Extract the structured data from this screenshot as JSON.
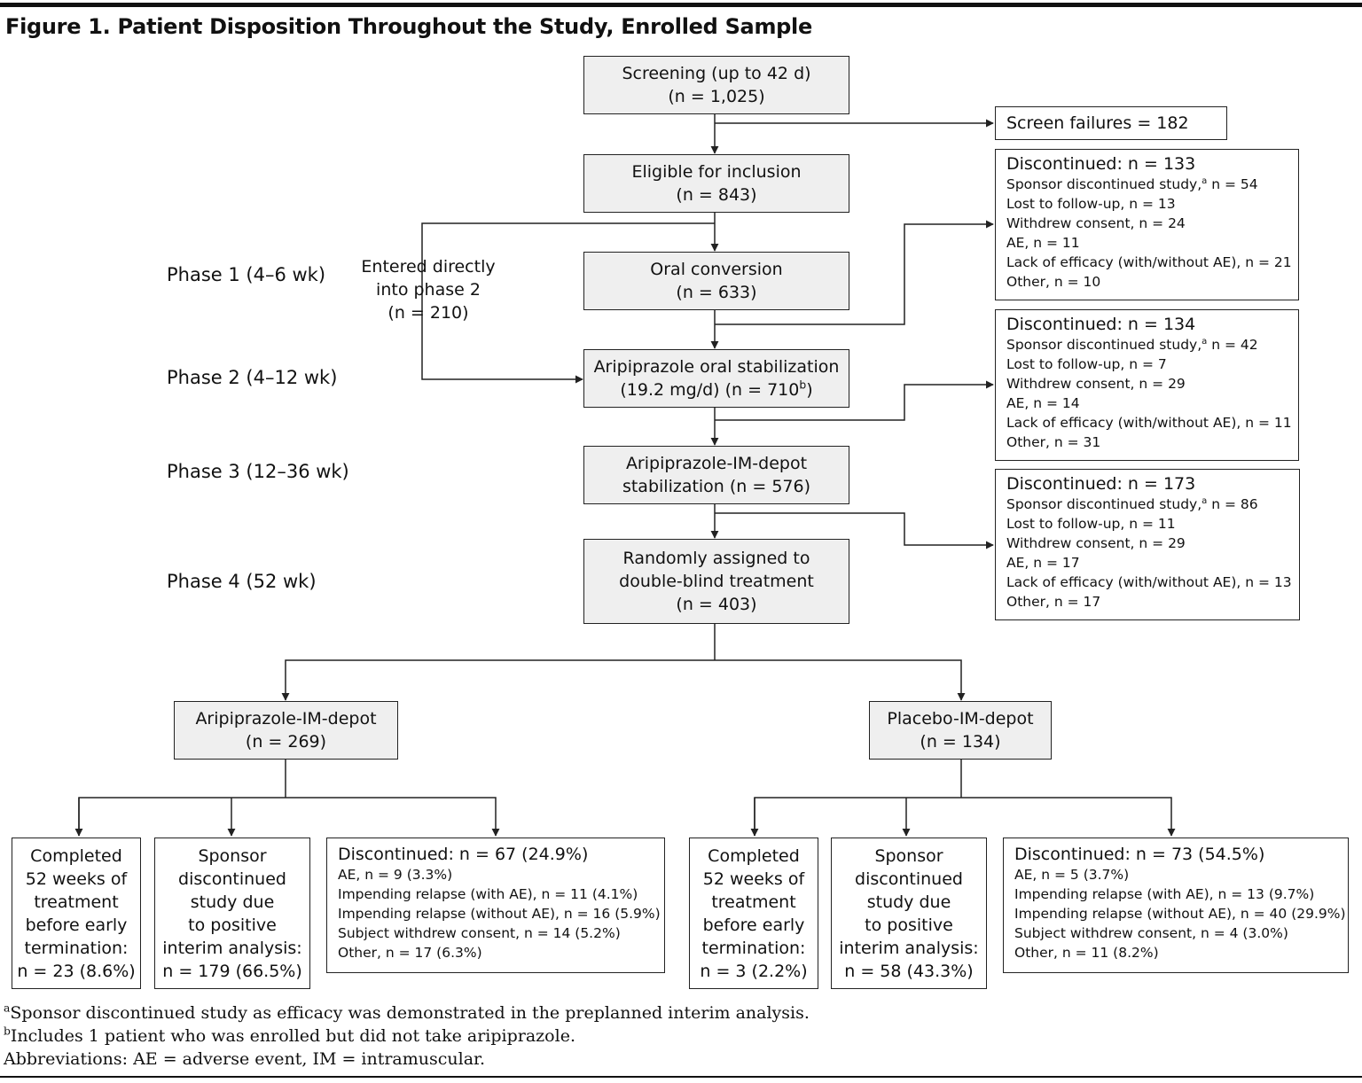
{
  "figure": {
    "title": "Figure 1. Patient Disposition Throughout the Study, Enrolled Sample"
  },
  "phases": {
    "p1": "Phase 1 (4–6 wk)",
    "p2": "Phase 2 (4–12 wk)",
    "p3": "Phase 3 (12–36 wk)",
    "p4": "Phase 4 (52 wk)"
  },
  "flow": {
    "screening": {
      "line1": "Screening (up to 42 d)",
      "line2": "(n = 1,025)"
    },
    "screen_failures": "Screen failures = 182",
    "eligible": {
      "line1": "Eligible for inclusion",
      "line2": "(n = 843)"
    },
    "entered_directly": {
      "line1": "Entered directly",
      "line2": "into phase 2",
      "line3": "(n = 210)"
    },
    "oral_conversion": {
      "line1": "Oral conversion",
      "line2": "(n = 633)"
    },
    "oral_stabilization": {
      "line1": "Aripiprazole oral stabilization",
      "line2a": "(19.2 mg/d) (n = 710",
      "line2sup": "b",
      "line2b": ")"
    },
    "im_depot_stabilization": {
      "line1": "Aripiprazole-IM-depot",
      "line2": "stabilization (n = 576)"
    },
    "randomized": {
      "line1": "Randomly assigned to",
      "line2": "double-blind treatment",
      "line3": "(n = 403)"
    },
    "arm_active": {
      "line1": "Aripiprazole-IM-depot",
      "line2": "(n = 269)"
    },
    "arm_placebo": {
      "line1": "Placebo-IM-depot",
      "line2": "(n = 134)"
    }
  },
  "disc1": {
    "header": "Discontinued: n = 133",
    "sponsor_a": "Sponsor discontinued study,",
    "sponsor_sup": "a",
    "sponsor_b": " n = 54",
    "lost": "Lost to follow-up, n = 13",
    "withdrew": "Withdrew consent, n = 24",
    "ae": "AE, n = 11",
    "lack": "Lack of efficacy (with/without AE), n = 21",
    "other": "Other, n = 10"
  },
  "disc2": {
    "header": "Discontinued: n = 134",
    "sponsor_a": "Sponsor discontinued study,",
    "sponsor_sup": "a",
    "sponsor_b": " n = 42",
    "lost": "Lost to follow-up, n = 7",
    "withdrew": "Withdrew consent, n = 29",
    "ae": "AE, n = 14",
    "lack": "Lack of efficacy (with/without AE), n = 11",
    "other": "Other, n = 31"
  },
  "disc3": {
    "header": "Discontinued: n = 173",
    "sponsor_a": "Sponsor discontinued study,",
    "sponsor_sup": "a",
    "sponsor_b": " n = 86",
    "lost": "Lost to follow-up, n = 11",
    "withdrew": "Withdrew consent, n = 29",
    "ae": "AE, n = 17",
    "lack": "Lack of efficacy (with/without AE), n = 13",
    "other": "Other, n = 17"
  },
  "active": {
    "completed": [
      "Completed",
      "52 weeks of",
      "treatment",
      "before early",
      "termination:",
      "n = 23 (8.6%)"
    ],
    "sponsor": [
      "Sponsor",
      "discontinued",
      "study due",
      "to positive",
      "interim analysis:",
      "n = 179 (66.5%)"
    ],
    "disc": {
      "header": "Discontinued: n = 67 (24.9%)",
      "ae": "AE, n = 9 (3.3%)",
      "relapse_with": "Impending relapse (with AE), n = 11 (4.1%)",
      "relapse_without": "Impending relapse (without AE), n = 16 (5.9%)",
      "withdrew": "Subject withdrew consent, n = 14 (5.2%)",
      "other": "Other, n = 17 (6.3%)"
    }
  },
  "placebo": {
    "completed": [
      "Completed",
      "52 weeks of",
      "treatment",
      "before early",
      "termination:",
      "n = 3 (2.2%)"
    ],
    "sponsor": [
      "Sponsor",
      "discontinued",
      "study due",
      "to positive",
      "interim analysis:",
      "n = 58 (43.3%)"
    ],
    "disc": {
      "header": "Discontinued: n = 73 (54.5%)",
      "ae": "AE, n = 5 (3.7%)",
      "relapse_with": "Impending relapse (with AE), n = 13 (9.7%)",
      "relapse_without": "Impending relapse (without AE), n = 40 (29.9%)",
      "withdrew": "Subject withdrew consent, n = 4 (3.0%)",
      "other": "Other, n = 11 (8.2%)"
    }
  },
  "footnotes": {
    "a_mark": "a",
    "a_text": "Sponsor discontinued study as efficacy was demonstrated in the preplanned interim analysis.",
    "b_mark": "b",
    "b_text": "Includes 1 patient who was enrolled but did not take aripiprazole.",
    "abbrev": "Abbreviations: AE = adverse event, IM = intramuscular."
  }
}
